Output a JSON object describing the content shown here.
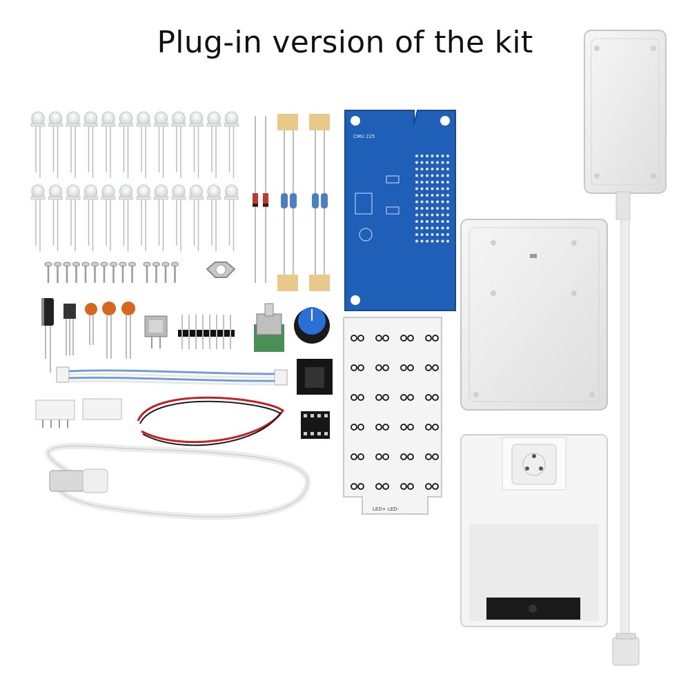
{
  "title": "Plug-in version of the kit",
  "pcb": {
    "silkscreen_top": "CMU 225",
    "silkscreen_bottom": "LED+    LED-"
  },
  "colors": {
    "pcb_blue": "#1f5fb8",
    "led_board": "#f4f4f4",
    "enclosure": "#ececec",
    "knob_blue": "#2a6fd6",
    "ceramic_cap": "#d9661e",
    "wire_red": "#c81e1e",
    "ribbon_blue": "#6f9fd6"
  }
}
